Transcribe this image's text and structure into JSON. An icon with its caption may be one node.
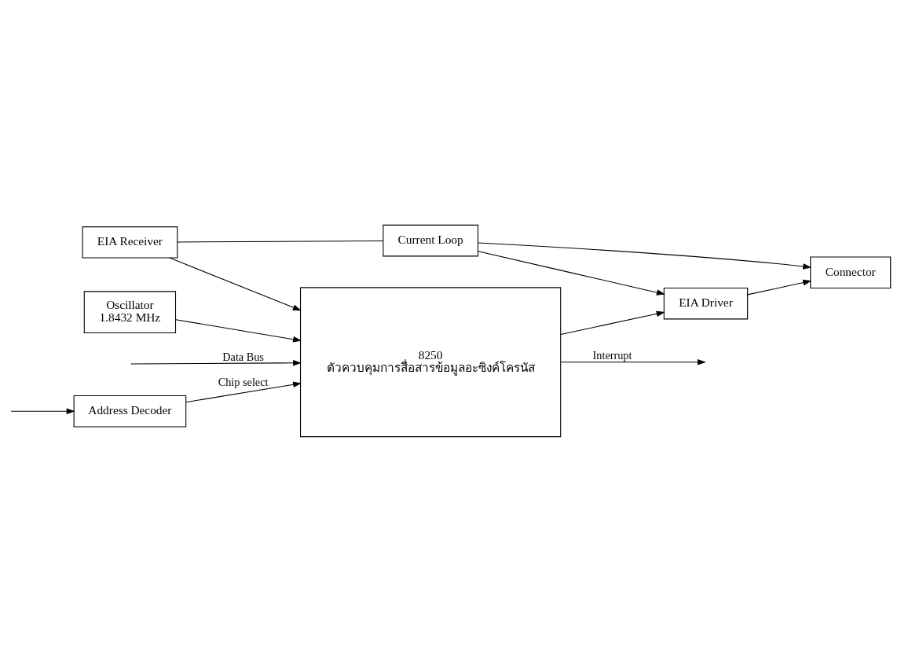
{
  "diagram": {
    "nodes": [
      {
        "text": [
          "Address Decoder"
        ]
      },
      {
        "text": [
          "8250",
          "ตัวควบคุมการสื่อสารข้อมูลอะซิงค์โครนัส"
        ]
      },
      {
        "text": [
          "Oscillator",
          "1.8432 MHz"
        ]
      },
      {
        "text": [
          "EIA Receiver"
        ]
      },
      {
        "text": [
          "EIA Driver"
        ]
      },
      {
        "text": [
          "Current Loop"
        ]
      },
      {
        "text": [
          "Connector"
        ]
      }
    ],
    "edges": [
      {
        "from": null,
        "to": 0,
        "arrow": "to"
      },
      {
        "from": 0,
        "to": 1,
        "arrow": "to",
        "label": "Chip select"
      },
      {
        "from": null,
        "to": 1,
        "arrow": "to",
        "label": "Data Bus"
      },
      {
        "from": 1,
        "to": null,
        "arrow": "to",
        "label": "Interrupt"
      },
      {
        "from": 2,
        "to": 1,
        "arrow": "to"
      },
      {
        "from": 3,
        "to": 1,
        "arrow": "to"
      },
      {
        "from": 3,
        "to": 5,
        "arrow": "none"
      },
      {
        "from": 1,
        "to": 4,
        "arrow": "to"
      },
      {
        "from": 5,
        "to": 4,
        "arrow": "to"
      },
      {
        "from": 5,
        "to": 6,
        "arrow": "to"
      },
      {
        "from": 4,
        "to": 6,
        "arrow": "to"
      }
    ]
  }
}
